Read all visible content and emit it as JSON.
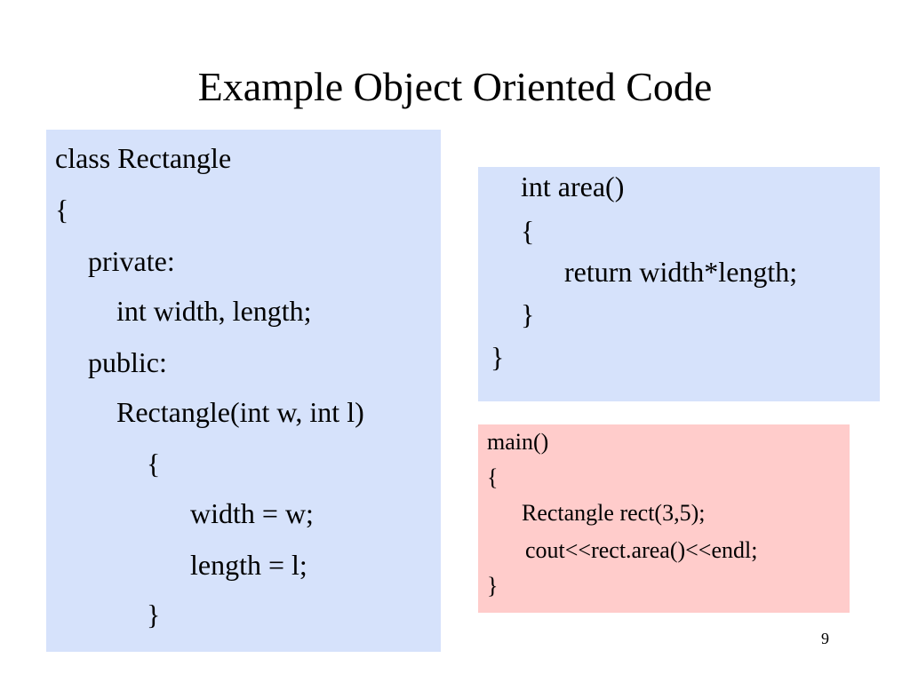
{
  "slide": {
    "title": "Example Object Oriented Code",
    "page_number": "9"
  },
  "class_box": {
    "lines": [
      "class Rectangle",
      "{",
      "private:",
      "int width, length;",
      "public:",
      "Rectangle(int w, int l)",
      "{",
      "width = w;",
      "length = l;",
      "}"
    ]
  },
  "area_box": {
    "lines": [
      "int area()",
      "{",
      "return width*length;",
      "}",
      "}"
    ]
  },
  "main_box": {
    "lines": [
      "main()",
      "{",
      "Rectangle rect(3,5);",
      "cout<<rect.area()<<endl;",
      "}"
    ]
  },
  "colors": {
    "code_box_blue": "#d6e2fb",
    "code_box_pink": "#ffcccb"
  }
}
